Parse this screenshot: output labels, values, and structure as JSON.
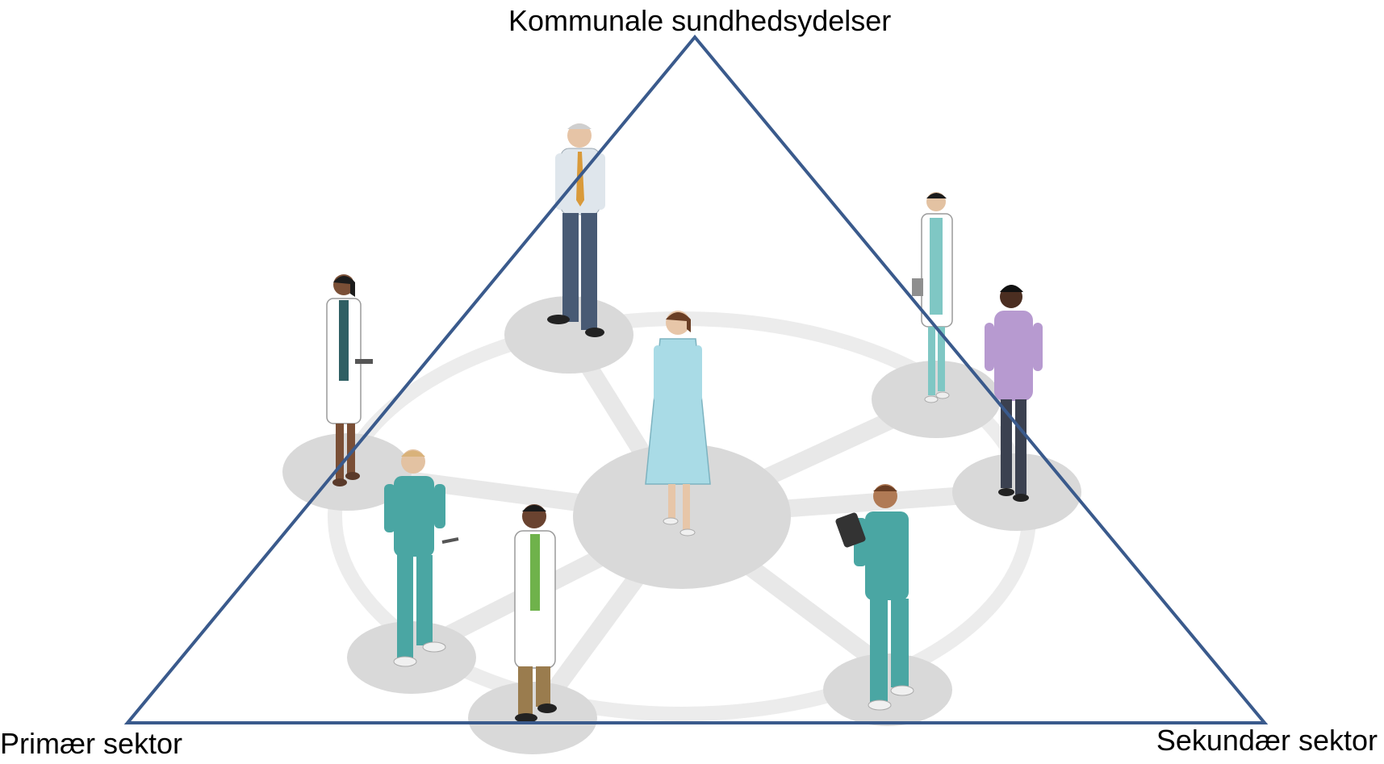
{
  "diagram": {
    "vertices": {
      "top": "Kommunale sundhedsydelser",
      "bottom_left": "Primær sektor",
      "bottom_right": "Sekundær sektor"
    },
    "colors": {
      "triangle_stroke": "#3a5a8c",
      "network_node": "#d9d9d9",
      "network_link": "#e6e6e6",
      "scrubs": "#4aa6a3",
      "lab_coat": "#ffffff",
      "patient_gown": "#a9dbe6"
    },
    "figures": [
      {
        "role": "administrator",
        "icon": "person-suit-icon"
      },
      {
        "role": "doctor",
        "icon": "doctor-lab-coat-icon"
      },
      {
        "role": "doctor",
        "icon": "doctor-lab-coat-icon"
      },
      {
        "role": "relative",
        "icon": "person-casual-icon"
      },
      {
        "role": "nurse",
        "icon": "nurse-scrubs-icon"
      },
      {
        "role": "doctor",
        "icon": "doctor-lab-coat-icon"
      },
      {
        "role": "nurse",
        "icon": "nurse-tablet-icon"
      },
      {
        "role": "patient",
        "icon": "patient-gown-icon"
      }
    ]
  }
}
